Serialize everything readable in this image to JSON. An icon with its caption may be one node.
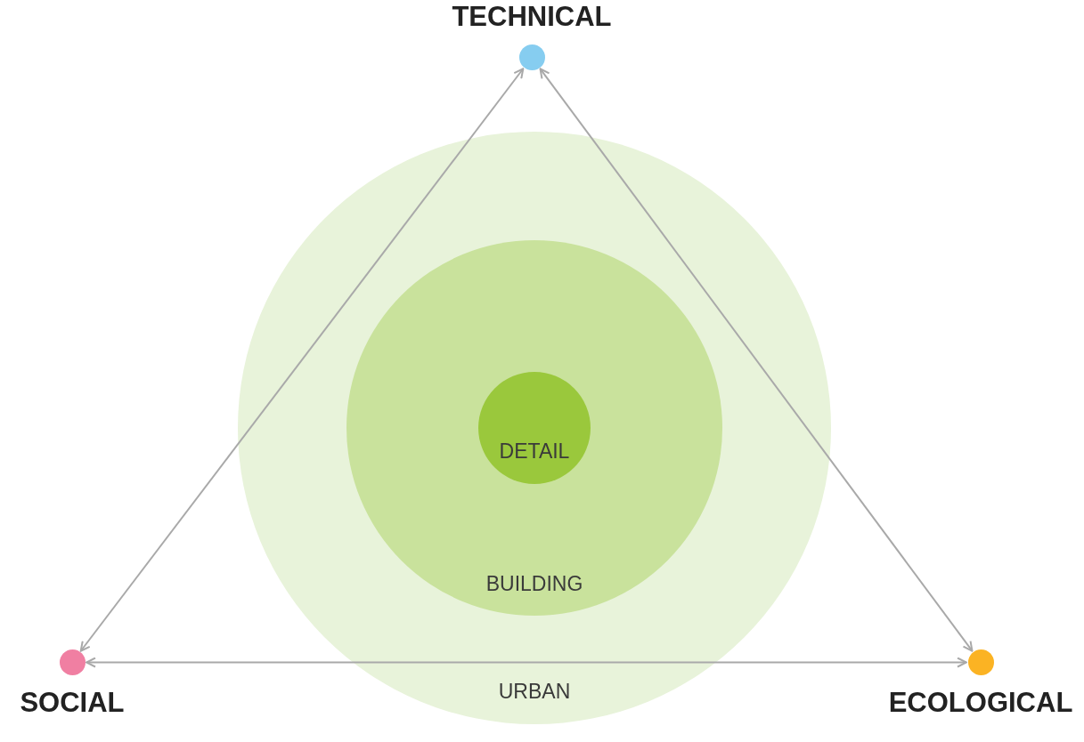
{
  "diagram": {
    "nodes": [
      {
        "text": [
          "TECHNICAL"
        ]
      },
      {
        "text": [
          "SOCIAL"
        ]
      },
      {
        "text": [
          "ECOLOGICAL"
        ]
      },
      {
        "text": [
          "URBAN"
        ]
      },
      {
        "text": [
          "BUILDING"
        ],
        "in": 3
      },
      {
        "text": [
          "DETAIL"
        ],
        "in": 4
      }
    ],
    "edges": [
      {
        "from": 1,
        "to": 0,
        "arrow": "both"
      },
      {
        "from": 0,
        "to": 2,
        "arrow": "both"
      },
      {
        "from": 1,
        "to": 2,
        "arrow": "both"
      }
    ]
  }
}
